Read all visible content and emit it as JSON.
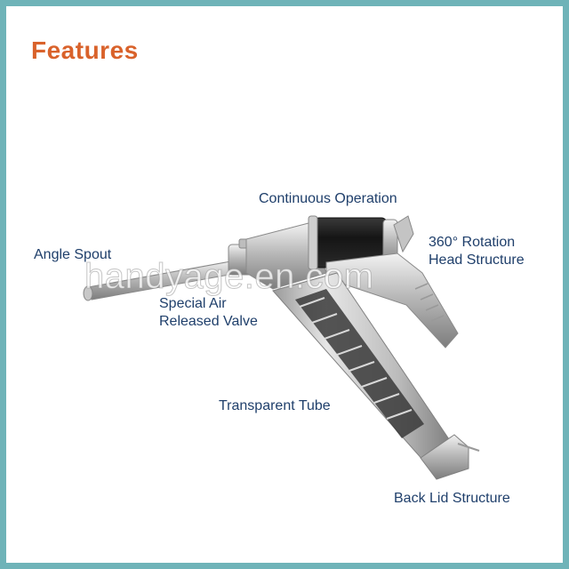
{
  "title": "Features",
  "watermark": "handyage.en.com",
  "labels": {
    "continuous_operation": "Continuous Operation",
    "angle_spout": "Angle Spout",
    "rotation_line1": "360° Rotation",
    "rotation_line2": "Head Structure",
    "air_valve_line1": "Special Air",
    "air_valve_line2": "Released Valve",
    "transparent_tube": "Transparent Tube",
    "back_lid": "Back Lid Structure"
  },
  "colors": {
    "border": "#6fb3b8",
    "title": "#d9622b",
    "label": "#1f3f6b"
  }
}
